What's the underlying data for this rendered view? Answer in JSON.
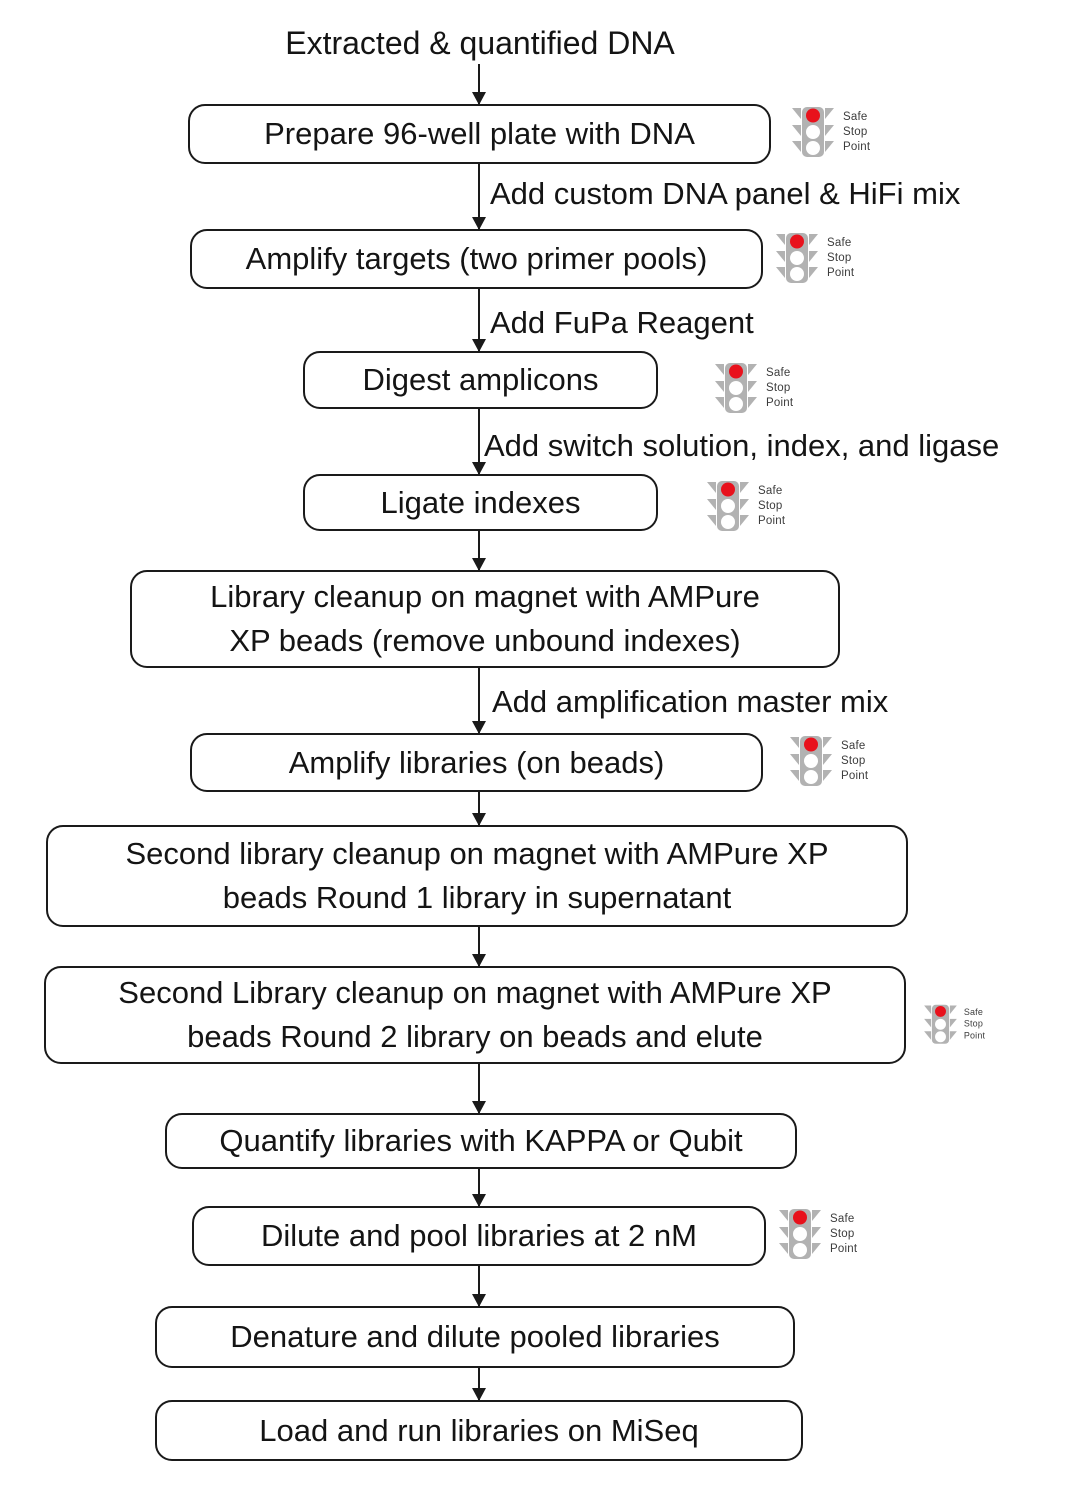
{
  "diagram_title": "Extracted & quantified DNA",
  "steps": [
    {
      "lines": [
        "Prepare 96-well plate with DNA"
      ],
      "safe_stop_point": true
    },
    {
      "lines": [
        "Amplify targets (two primer pools)"
      ],
      "safe_stop_point": true
    },
    {
      "lines": [
        "Digest amplicons"
      ],
      "safe_stop_point": true
    },
    {
      "lines": [
        "Ligate indexes"
      ],
      "safe_stop_point": true
    },
    {
      "lines": [
        "Library cleanup on magnet with AMPure",
        "XP beads (remove unbound indexes)"
      ],
      "safe_stop_point": false
    },
    {
      "lines": [
        "Amplify libraries (on beads)"
      ],
      "safe_stop_point": true
    },
    {
      "lines": [
        "Second library cleanup on magnet with AMPure XP",
        "beads Round 1 library in supernatant"
      ],
      "safe_stop_point": false
    },
    {
      "lines": [
        "Second Library cleanup on magnet with AMPure XP",
        "beads Round 2 library on beads and elute"
      ],
      "safe_stop_point": true
    },
    {
      "lines": [
        "Quantify libraries with KAPPA or Qubit"
      ],
      "safe_stop_point": false
    },
    {
      "lines": [
        "Dilute and pool libraries at 2 nM"
      ],
      "safe_stop_point": true
    },
    {
      "lines": [
        "Denature and dilute pooled libraries"
      ],
      "safe_stop_point": false
    },
    {
      "lines": [
        "Load and run libraries on MiSeq"
      ],
      "safe_stop_point": false
    }
  ],
  "edge_labels": [
    "Add custom DNA panel & HiFi mix",
    "Add FuPa Reagent",
    "Add switch solution, index, and ligase",
    "Add amplification master mix"
  ],
  "traffic_light": {
    "lines": [
      "Safe",
      "Stop",
      "Point"
    ],
    "red_color": "#e8111c",
    "body_color": "#b2b2b2"
  }
}
